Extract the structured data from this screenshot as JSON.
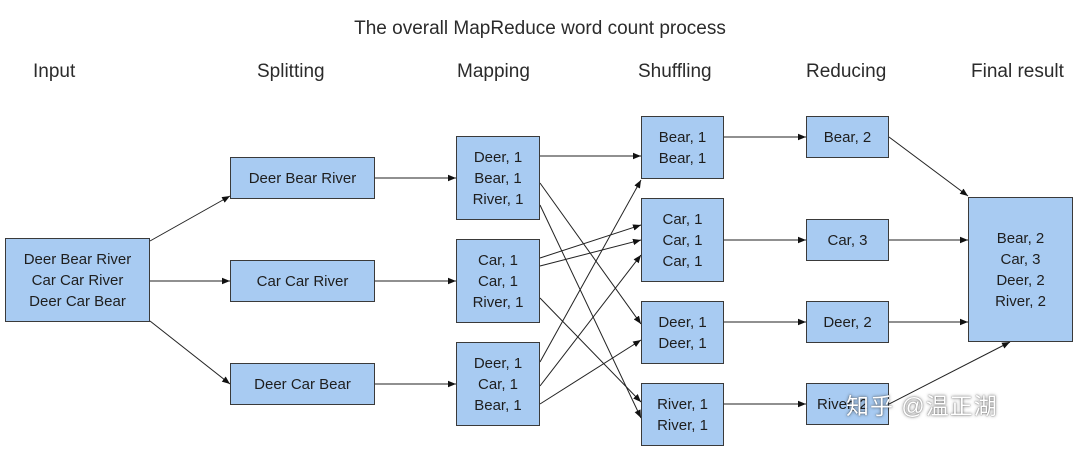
{
  "title": "The overall MapReduce word count process",
  "columns": {
    "input": "Input",
    "splitting": "Splitting",
    "mapping": "Mapping",
    "shuffling": "Shuffling",
    "reducing": "Reducing",
    "final": "Final result"
  },
  "input_box": [
    "Deer Bear River",
    "Car Car River",
    "Deer Car Bear"
  ],
  "splits": [
    "Deer Bear River",
    "Car Car River",
    "Deer Car Bear"
  ],
  "maps": [
    [
      "Deer, 1",
      "Bear, 1",
      "River, 1"
    ],
    [
      "Car, 1",
      "Car, 1",
      "River, 1"
    ],
    [
      "Deer, 1",
      "Car, 1",
      "Bear, 1"
    ]
  ],
  "shuffles": [
    [
      "Bear, 1",
      "Bear, 1"
    ],
    [
      "Car, 1",
      "Car, 1",
      "Car, 1"
    ],
    [
      "Deer, 1",
      "Deer, 1"
    ],
    [
      "River, 1",
      "River, 1"
    ]
  ],
  "reduces": [
    "Bear, 2",
    "Car, 3",
    "Deer, 2",
    "River, 2"
  ],
  "final": [
    "Bear, 2",
    "Car, 3",
    "Deer, 2",
    "River, 2"
  ],
  "watermark": "知乎 @温正湖",
  "colors": {
    "box_fill": "#a8cbf2",
    "box_border": "#3a3a3a"
  }
}
